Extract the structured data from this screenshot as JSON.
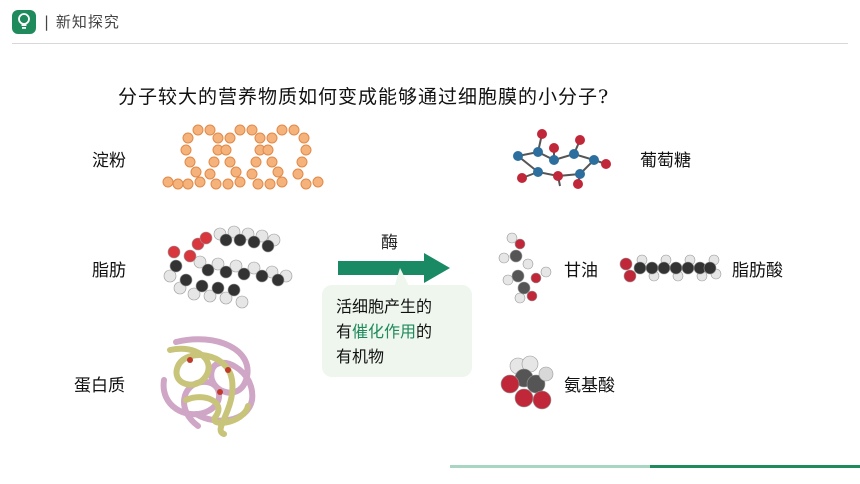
{
  "header": {
    "section_title": "| 新知探究",
    "logo_icon": "lightbulb-icon"
  },
  "question": "分子较大的营养物质如何变成能够通过细胞膜的小分子?",
  "macromolecules": {
    "starch": "淀粉",
    "fat": "脂肪",
    "protein": "蛋白质"
  },
  "enzyme": {
    "arrow_label": "酶",
    "callout_line1": "活细胞产生的",
    "callout_line2_prefix": "有",
    "callout_line2_highlight": "催化作用",
    "callout_line2_suffix": "的",
    "callout_line3": "有机物"
  },
  "products": {
    "glucose": "葡萄糖",
    "glycerol": "甘油",
    "fatty_acid": "脂肪酸",
    "amino_acid": "氨基酸"
  },
  "colors": {
    "accent": "#1f8a5b",
    "arrow": "#1a8a64",
    "callout_bg": "#eef6ee"
  }
}
